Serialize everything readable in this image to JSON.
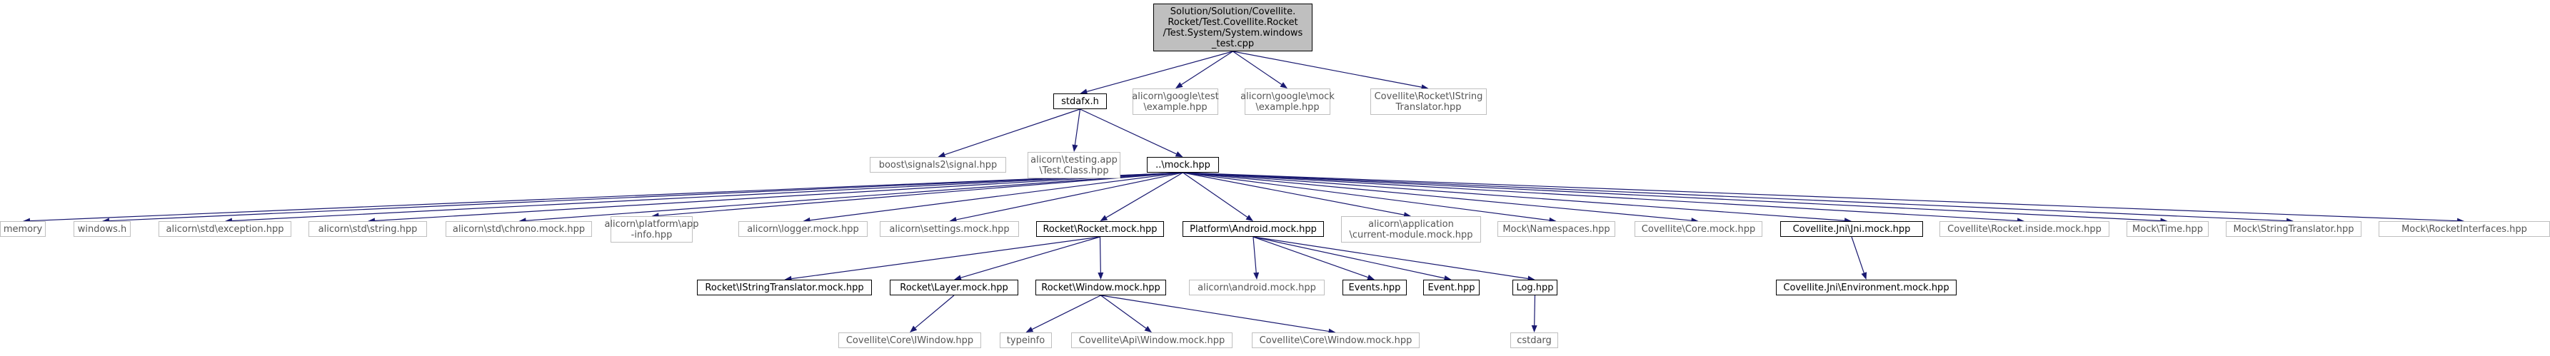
{
  "nodes": [
    {
      "id": "root",
      "kind": "root",
      "label": "Solution/Solution/Covellite.\nRocket/Test.Covellite.Rocket\n/Test.System/System.windows\n_test.cpp"
    },
    {
      "id": "stdafx",
      "kind": "solid",
      "label": "stdafx.h"
    },
    {
      "id": "g_test",
      "kind": "missing",
      "label": "alicorn\\google\\test\n\\example.hpp"
    },
    {
      "id": "g_mock",
      "kind": "missing",
      "label": "alicorn\\google\\mock\n\\example.hpp"
    },
    {
      "id": "istr",
      "kind": "missing",
      "label": "Covellite\\Rocket\\IString\nTranslator.hpp"
    },
    {
      "id": "boost",
      "kind": "missing",
      "label": "boost\\signals2\\signal.hpp"
    },
    {
      "id": "testapp",
      "kind": "missing",
      "label": "alicorn\\testing.app\n\\Test.Class.hpp"
    },
    {
      "id": "mock",
      "kind": "solid",
      "label": "..\\mock.hpp"
    },
    {
      "id": "memory",
      "kind": "missing",
      "label": "memory"
    },
    {
      "id": "windows",
      "kind": "missing",
      "label": "windows.h"
    },
    {
      "id": "exc",
      "kind": "missing",
      "label": "alicorn\\std\\exception.hpp"
    },
    {
      "id": "str",
      "kind": "missing",
      "label": "alicorn\\std\\string.hpp"
    },
    {
      "id": "chrono",
      "kind": "missing",
      "label": "alicorn\\std\\chrono.mock.hpp"
    },
    {
      "id": "appinfo",
      "kind": "missing",
      "label": "alicorn\\platform\\app\n-info.hpp"
    },
    {
      "id": "logger",
      "kind": "missing",
      "label": "alicorn\\logger.mock.hpp"
    },
    {
      "id": "settings",
      "kind": "missing",
      "label": "alicorn\\settings.mock.hpp"
    },
    {
      "id": "rocket",
      "kind": "solid",
      "label": "Rocket\\Rocket.mock.hpp"
    },
    {
      "id": "android",
      "kind": "solid",
      "label": "Platform\\Android.mock.hpp"
    },
    {
      "id": "curmod",
      "kind": "missing",
      "label": "alicorn\\application\n\\current-module.mock.hpp"
    },
    {
      "id": "mns",
      "kind": "missing",
      "label": "Mock\\Namespaces.hpp"
    },
    {
      "id": "core",
      "kind": "missing",
      "label": "Covellite\\Core.mock.hpp"
    },
    {
      "id": "jni",
      "kind": "solid",
      "label": "Covellite.Jni\\Jni.mock.hpp"
    },
    {
      "id": "rinside",
      "kind": "missing",
      "label": "Covellite\\Rocket.inside.mock.hpp"
    },
    {
      "id": "time",
      "kind": "missing",
      "label": "Mock\\Time.hpp"
    },
    {
      "id": "strtr",
      "kind": "missing",
      "label": "Mock\\StringTranslator.hpp"
    },
    {
      "id": "rint",
      "kind": "missing",
      "label": "Mock\\RocketInterfaces.hpp"
    },
    {
      "id": "ristr",
      "kind": "solid",
      "label": "Rocket\\IStringTranslator.mock.hpp"
    },
    {
      "id": "layer",
      "kind": "solid",
      "label": "Rocket\\Layer.mock.hpp"
    },
    {
      "id": "rwin",
      "kind": "solid",
      "label": "Rocket\\Window.mock.hpp"
    },
    {
      "id": "aandroid",
      "kind": "missing",
      "label": "alicorn\\android.mock.hpp"
    },
    {
      "id": "events",
      "kind": "solid",
      "label": "Events.hpp"
    },
    {
      "id": "event",
      "kind": "solid",
      "label": "Event.hpp"
    },
    {
      "id": "log",
      "kind": "solid",
      "label": "Log.hpp"
    },
    {
      "id": "env",
      "kind": "solid",
      "label": "Covellite.Jni\\Environment.mock.hpp"
    },
    {
      "id": "ciwin",
      "kind": "missing",
      "label": "Covellite\\Core\\IWindow.hpp"
    },
    {
      "id": "typeinfo",
      "kind": "missing",
      "label": "typeinfo"
    },
    {
      "id": "apiwin",
      "kind": "missing",
      "label": "Covellite\\Api\\Window.mock.hpp"
    },
    {
      "id": "corewin",
      "kind": "missing",
      "label": "Covellite\\Core\\Window.mock.hpp"
    },
    {
      "id": "cstdarg",
      "kind": "missing",
      "label": "cstdarg"
    }
  ],
  "edges": [
    [
      "root",
      "stdafx"
    ],
    [
      "root",
      "g_test"
    ],
    [
      "root",
      "g_mock"
    ],
    [
      "root",
      "istr"
    ],
    [
      "stdafx",
      "boost"
    ],
    [
      "stdafx",
      "testapp"
    ],
    [
      "stdafx",
      "mock"
    ],
    [
      "mock",
      "memory"
    ],
    [
      "mock",
      "windows"
    ],
    [
      "mock",
      "exc"
    ],
    [
      "mock",
      "str"
    ],
    [
      "mock",
      "chrono"
    ],
    [
      "mock",
      "appinfo"
    ],
    [
      "mock",
      "logger"
    ],
    [
      "mock",
      "settings"
    ],
    [
      "mock",
      "rocket"
    ],
    [
      "mock",
      "android"
    ],
    [
      "mock",
      "curmod"
    ],
    [
      "mock",
      "mns"
    ],
    [
      "mock",
      "core"
    ],
    [
      "mock",
      "jni"
    ],
    [
      "mock",
      "rinside"
    ],
    [
      "mock",
      "time"
    ],
    [
      "mock",
      "strtr"
    ],
    [
      "mock",
      "rint"
    ],
    [
      "rocket",
      "ristr"
    ],
    [
      "rocket",
      "layer"
    ],
    [
      "rocket",
      "rwin"
    ],
    [
      "layer",
      "ciwin"
    ],
    [
      "rwin",
      "typeinfo"
    ],
    [
      "rwin",
      "apiwin"
    ],
    [
      "rwin",
      "corewin"
    ],
    [
      "android",
      "aandroid"
    ],
    [
      "android",
      "events"
    ],
    [
      "android",
      "event"
    ],
    [
      "android",
      "log"
    ],
    [
      "log",
      "cstdarg"
    ],
    [
      "jni",
      "env"
    ]
  ],
  "colors": {
    "edge": "#191970",
    "root_fill": "#bfbfbf",
    "missing_border": "#bfbfbf",
    "solid_border": "#000000"
  }
}
